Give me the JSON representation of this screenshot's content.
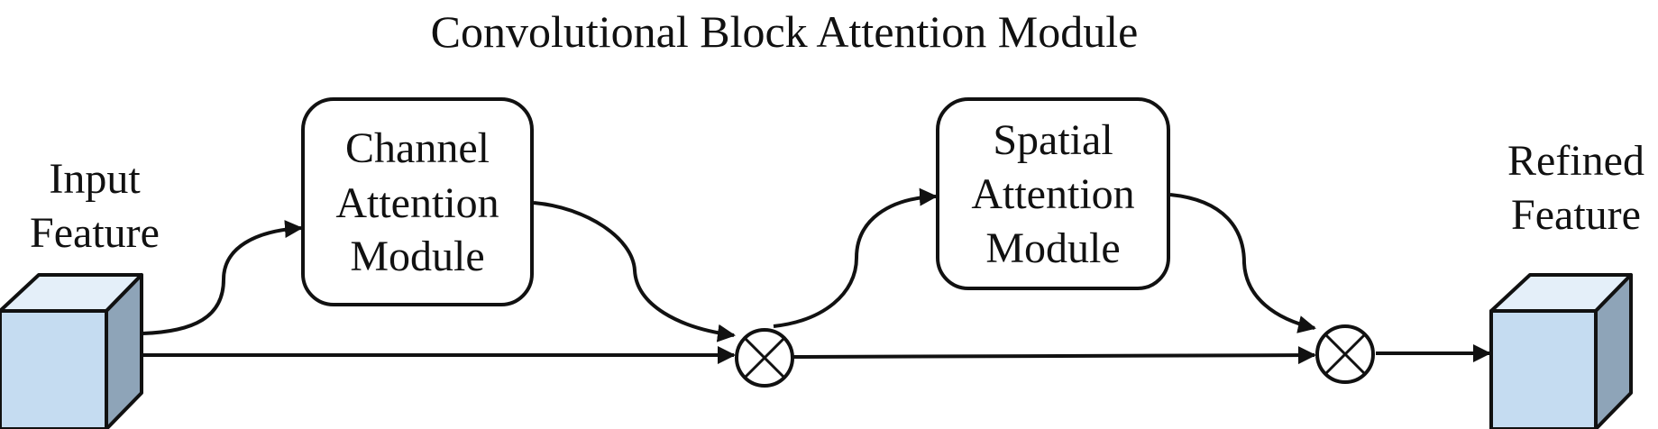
{
  "title": "Convolutional Block Attention Module",
  "input": {
    "line1": "Input",
    "line2": "Feature"
  },
  "channel_module": {
    "line1": "Channel",
    "line2": "Attention",
    "line3": "Module"
  },
  "spatial_module": {
    "line1": "Spatial",
    "line2": "Attention",
    "line3": "Module"
  },
  "output": {
    "line1": "Refined",
    "line2": "Feature"
  },
  "operator_symbol": "multiply-circle-icon",
  "colors": {
    "cube_front": "#c5dcf1",
    "cube_top": "#e4eff9",
    "cube_side": "#8ea4b8",
    "stroke": "#111111"
  }
}
